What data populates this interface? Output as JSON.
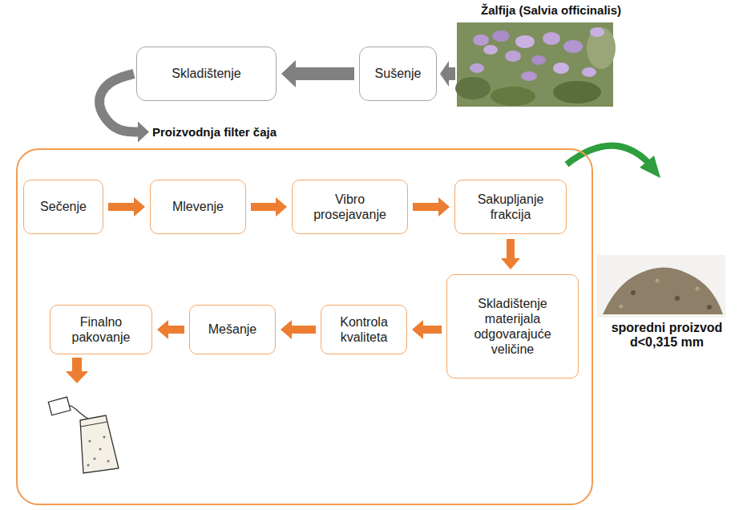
{
  "diagram": {
    "nodes": [
      {
        "text": [
          "Skladištenje"
        ]
      },
      {
        "text": [
          "Sušenje"
        ]
      },
      {
        "text": [
          "Proizvodnja filter čaja"
        ]
      },
      {
        "text": [
          "Sečenje"
        ],
        "in": 2
      },
      {
        "text": [
          "Mlevenje"
        ],
        "in": 2
      },
      {
        "text": [
          "Vibro prosejavanje"
        ],
        "in": 2
      },
      {
        "text": [
          "Sakupljanje frakcija"
        ],
        "in": 2
      },
      {
        "text": [
          "Skladištenje materijala odgovarajuće veličine"
        ],
        "in": 2
      },
      {
        "text": [
          "Kontrola kvaliteta"
        ],
        "in": 2
      },
      {
        "text": [
          "Mešanje"
        ],
        "in": 2
      },
      {
        "text": [
          "Finalno pakovanje"
        ],
        "in": 2
      }
    ],
    "edges": [
      {
        "from": 1,
        "to": 0,
        "arrow": "to"
      },
      {
        "from": 0,
        "to": 2,
        "arrow": "to"
      },
      {
        "from": 3,
        "to": 4,
        "arrow": "to"
      },
      {
        "from": 4,
        "to": 5,
        "arrow": "to"
      },
      {
        "from": 5,
        "to": 6,
        "arrow": "to"
      },
      {
        "from": 6,
        "to": 7,
        "arrow": "to"
      },
      {
        "from": 7,
        "to": 8,
        "arrow": "to"
      },
      {
        "from": 8,
        "to": 9,
        "arrow": "to"
      },
      {
        "from": 9,
        "to": 10,
        "arrow": "to"
      }
    ],
    "labels": [
      "Žalfija (Salvia officinalis)",
      "sporedni proizvod d<0,315 mm"
    ]
  }
}
